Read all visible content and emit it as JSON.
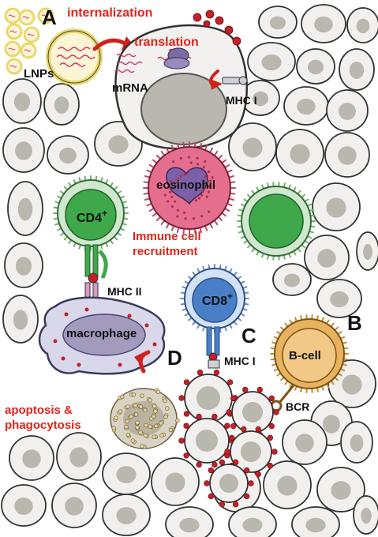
{
  "panels": {
    "a": "A",
    "b": "B",
    "c": "C",
    "d": "D"
  },
  "labels": {
    "internalization": "internalization",
    "translation": "translation",
    "lnps": "LNPs",
    "mrna": "mRNA",
    "mhc1_top": "MHC I",
    "eosinophil": "eosinophil",
    "cd4": "CD4",
    "cd4_sup": "+",
    "immune_line1": "Immune cell",
    "immune_line2": "recruitment",
    "mhc2": "MHC II",
    "cd8": "CD8",
    "cd8_sup": "+",
    "macrophage": "macrophage",
    "mhc1_bottom": "MHC I",
    "bcell": "B-cell",
    "bcr": "BCR",
    "apop_line1": "apoptosis &",
    "apop_line2": "phagocytosis"
  },
  "colors": {
    "highlight": "#e2231a",
    "tissue_fill": "#f1f0ee",
    "nucleus": "#b9b7ae",
    "cd4_fill": "#3ea84a",
    "cd8_fill": "#4a7fc8",
    "eosinophil_fill": "#e56e8f",
    "bcell_fill": "#e8b25e",
    "macrophage_fill": "#d8d8ea",
    "lnp_ring": "#e9d86a"
  }
}
